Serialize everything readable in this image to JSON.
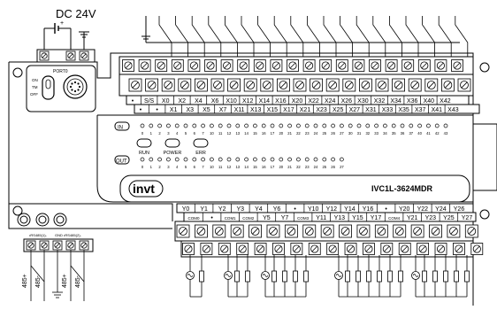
{
  "supply": {
    "label": "DC 24V"
  },
  "port0": {
    "label": "PORT0",
    "switch_positions": [
      "ON",
      "TM",
      "OFF"
    ]
  },
  "terminals_top": {
    "row1": [
      "•",
      "S/S",
      "X0",
      "X2",
      "X4",
      "X6",
      "X10",
      "X12",
      "X14",
      "X16",
      "X20",
      "X22",
      "X24",
      "X26",
      "X30",
      "X32",
      "X34",
      "X36",
      "X40",
      "X42"
    ],
    "row2": [
      "•",
      "•",
      "X1",
      "X3",
      "X5",
      "X7",
      "X11",
      "X13",
      "X15",
      "X17",
      "X21",
      "X23",
      "X25",
      "X27",
      "X31",
      "X33",
      "X35",
      "X37",
      "X41",
      "X43"
    ]
  },
  "indicators": {
    "in_label": "IN",
    "out_label": "OUT",
    "in_numbers": [
      "0",
      "1",
      "2",
      "3",
      "4",
      "5",
      "6",
      "7",
      "10",
      "11",
      "12",
      "13",
      "14",
      "15",
      "16",
      "17",
      "20",
      "21",
      "22",
      "23",
      "24",
      "25",
      "26",
      "27",
      "30",
      "31",
      "32",
      "33",
      "34",
      "35",
      "36",
      "37",
      "40",
      "41",
      "42",
      "43"
    ],
    "out_numbers": [
      "0",
      "1",
      "2",
      "3",
      "4",
      "5",
      "6",
      "7",
      "10",
      "11",
      "12",
      "13",
      "14",
      "15",
      "16",
      "17",
      "20",
      "21",
      "22",
      "23",
      "24",
      "25",
      "26",
      "27"
    ],
    "leds": [
      "RUN",
      "POWER",
      "ERR"
    ]
  },
  "brand": {
    "logo": "invt",
    "model": "IVC1L-3624MDR"
  },
  "terminals_bottom": {
    "row1": [
      "Y0",
      "Y1",
      "Y2",
      "Y3",
      "Y4",
      "Y6",
      "•",
      "Y10",
      "Y12",
      "Y14",
      "Y16",
      "•",
      "Y20",
      "Y22",
      "Y24",
      "Y26"
    ],
    "row2": [
      "COM0",
      "•",
      "COM1",
      "COM2",
      "Y5",
      "Y7",
      "COM3",
      "Y11",
      "Y13",
      "Y15",
      "Y17",
      "COM4",
      "Y21",
      "Y23",
      "Y25",
      "Y27"
    ]
  },
  "rs485": {
    "terminals": [
      "•RS485(1)-",
      "GND",
      "•RS485(2)-"
    ],
    "wires": [
      "485+",
      "485-",
      "485+",
      "485-"
    ]
  }
}
